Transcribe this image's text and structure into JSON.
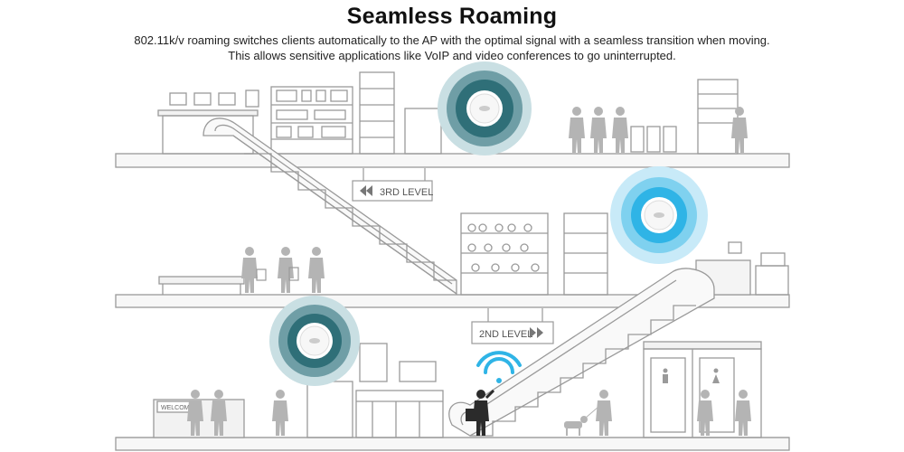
{
  "title": "Seamless Roaming",
  "subtitle_line1": "802.11k/v roaming switches clients automatically to the AP with the optimal signal with a seamless transition when moving.",
  "subtitle_line2": "This allows sensitive applications like VoIP and video conferences to go uninterrupted.",
  "signs": {
    "third_level": "3RD LEVEL",
    "second_level": "2ND LEVEL",
    "welcome": "WELCOME"
  },
  "colors": {
    "line_gray": "#9a9a9a",
    "fill_light": "#f2f2f2",
    "person_gray": "#b4b4b4",
    "person_dark": "#2b2b2b",
    "ap_teal_outer": "#c9dfe3",
    "ap_teal_mid": "#6f9ea6",
    "ap_teal_inner": "#2f6f78",
    "ap_blue_outer": "#c8eaf8",
    "ap_blue_mid": "#7fd1ef",
    "ap_blue_inner": "#2fb4e6",
    "wifi_blue": "#2fb4e6"
  },
  "icons": [
    "access-point-icon",
    "wifi-signal-icon",
    "person-icon",
    "escalator-icon",
    "dog-icon",
    "restroom-icon"
  ]
}
